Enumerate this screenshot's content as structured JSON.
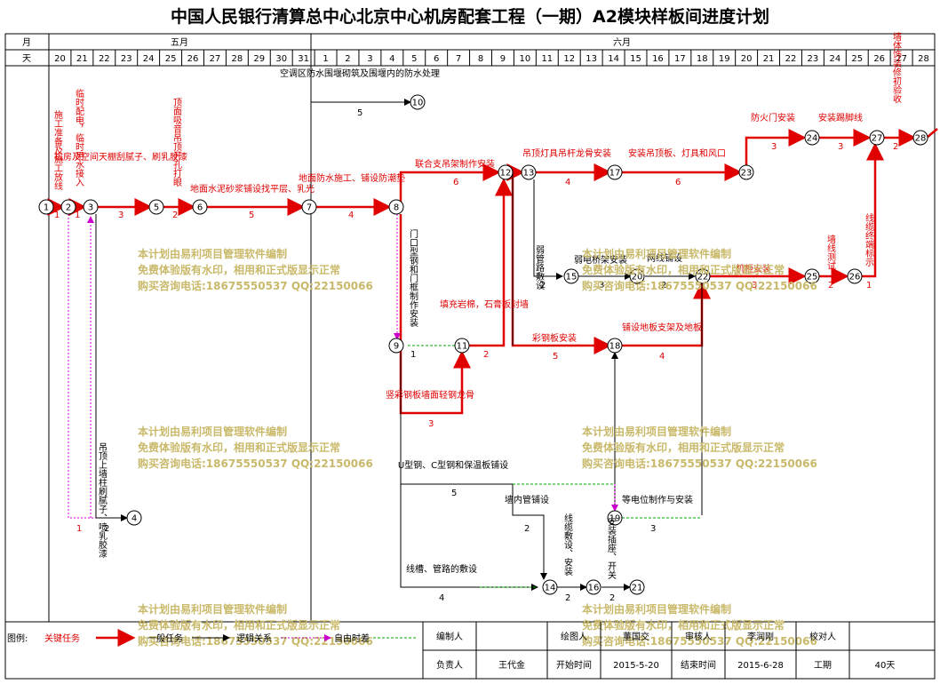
{
  "title": "中国人民银行清算总中心北京中心机房配套工程（一期）A2模块样板间进度计划",
  "header": {
    "month_label": "月",
    "day_label": "天",
    "may": "五月",
    "june": "六月",
    "may_days": [
      "20",
      "21",
      "22",
      "23",
      "24",
      "25",
      "26",
      "27",
      "28",
      "29",
      "30",
      "31"
    ],
    "june_days": [
      "1",
      "2",
      "3",
      "4",
      "5",
      "6",
      "7",
      "8",
      "9",
      "10",
      "11",
      "12",
      "13",
      "14",
      "15",
      "16",
      "17",
      "18",
      "19",
      "20",
      "21",
      "22",
      "23",
      "24",
      "25",
      "26",
      "27",
      "28"
    ]
  },
  "nodes": [
    "1",
    "2",
    "3",
    "4",
    "5",
    "6",
    "7",
    "8",
    "9",
    "10",
    "11",
    "12",
    "13",
    "14",
    "15",
    "16",
    "17",
    "18",
    "19",
    "20",
    "21",
    "22",
    "23",
    "24",
    "25",
    "26",
    "27",
    "28"
  ],
  "tasks": {
    "t1": "施工准备及施工放线",
    "t2": "临时配电，临时用水接入",
    "t3": "机房及空间天棚刮腻子、刷乳胶漆",
    "t4": "顶面吸音吊顶开孔打眼",
    "t5": "地面水泥砂浆铺设找平层、乳光",
    "t6": "地面防水施工、铺设防潮垫",
    "t7": "空调区防水围堰砌筑及围堰内的防水处理",
    "t8": "联合支吊架制作安装",
    "t9": "门口型钢和门框制作安装",
    "t10": "填充岩棉，石膏板封墙",
    "t11": "竖彩钢板墙面轻钢龙骨",
    "t12": "吊顶灯具吊杆龙骨安装",
    "t13": "安装吊顶板、灯具和风口",
    "t14": "防火门安装",
    "t15": "安装踢脚线",
    "t16": "墙体饰装修初验收",
    "t17": "弱管路敷设",
    "t18": "弱电桥架安装",
    "t19": "网线铺设",
    "t20": "机柜安装",
    "t21": "墙线测试",
    "t22": "线缆终端标示",
    "t23": "彩钢板安装",
    "t24": "铺设地板支架及地板",
    "t25": "U型钢、C型钢和保温板铺设",
    "t26": "墙内管铺设",
    "t27": "线缆敷设、安装",
    "t28": "等电位制作与安装",
    "t29": "线槽、管路的敷设",
    "t30": "安装插座、开关",
    "t31": "吊顶上墙柱刷腻子、喷乳胶漆"
  },
  "durations": {
    "d1": "1",
    "d2": "1",
    "d3": "3",
    "d4": "2",
    "d5": "5",
    "d6": "4",
    "d7": "5",
    "d8": "6",
    "d9": "1",
    "d10": "2",
    "d11": "3",
    "d12": "4",
    "d13": "6",
    "d14": "3",
    "d15": "3",
    "d16": "2",
    "d17": "2",
    "d18": "3",
    "d19": "2",
    "d20": "3",
    "d21": "2",
    "d22": "1",
    "d23": "5",
    "d24": "4",
    "d25": "5",
    "d26": "2",
    "d27": "2",
    "d28": "3",
    "d29": "4",
    "d30": "2",
    "d31": "2",
    "d32": "1"
  },
  "watermark": {
    "line1": "本计划由易利项目管理软件编制",
    "line2": "免费体验版有水印，相用和正式版显示正常",
    "line3": "购买咨询电话:18675550537 QQ:22150066"
  },
  "footer": {
    "legend_label": "图例:",
    "critical": "关键任务",
    "general": "一般任务",
    "logic": "逻辑关系",
    "free": "自由时差",
    "editor_label": "编制人",
    "drawer_label": "绘图人",
    "drawer": "董国交",
    "reviewer_label": "审核人",
    "reviewer": "李润刚",
    "checker_label": "校对人",
    "owner_label": "负责人",
    "owner": "王代金",
    "start_label": "开始时间",
    "start": "2015-5-20",
    "end_label": "结束时间",
    "end": "2015-6-28",
    "period_label": "工期",
    "period": "40天"
  },
  "colors": {
    "critical": "#e00000",
    "general": "#000000",
    "free": "#00aa00",
    "logic": "#cc00cc",
    "watermark": "#c9b96a"
  }
}
